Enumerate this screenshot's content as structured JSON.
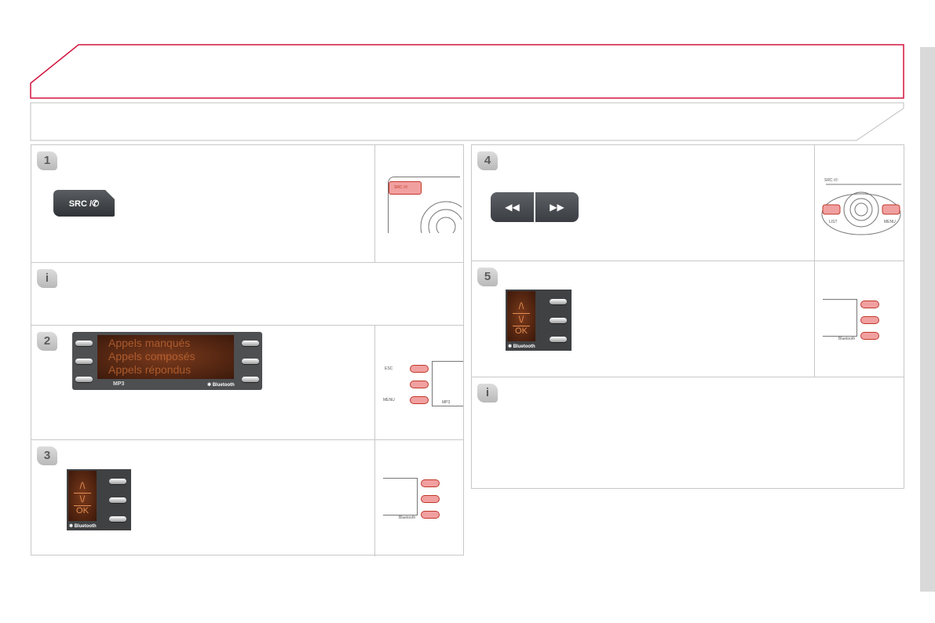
{
  "steps": {
    "s1": "1",
    "s2": "2",
    "s3": "3",
    "s4": "4",
    "s5": "5",
    "info": "i"
  },
  "buttons": {
    "src_label": "SRC /✆",
    "rewind_icon": "◀◀",
    "forward_icon": "▶▶"
  },
  "lcd_menu": {
    "items": [
      "Appels manqués",
      "Appels composés",
      "Appels répondus"
    ],
    "mp3": "MP3",
    "bluetooth": "✱ Bluetooth"
  },
  "nav": {
    "up": "/\\",
    "down": "\\/",
    "ok": "OK",
    "bluetooth": "✱ Bluetooth"
  },
  "thumbs": {
    "src_tag": "SRC /✆",
    "esc": "ESC",
    "menu": "MENU",
    "list": "LIST",
    "mp3": "MP3",
    "bluetooth": "Bluetooth"
  },
  "colors": {
    "brand_red": "#d2153f",
    "highlight": "#f1a0a0"
  }
}
